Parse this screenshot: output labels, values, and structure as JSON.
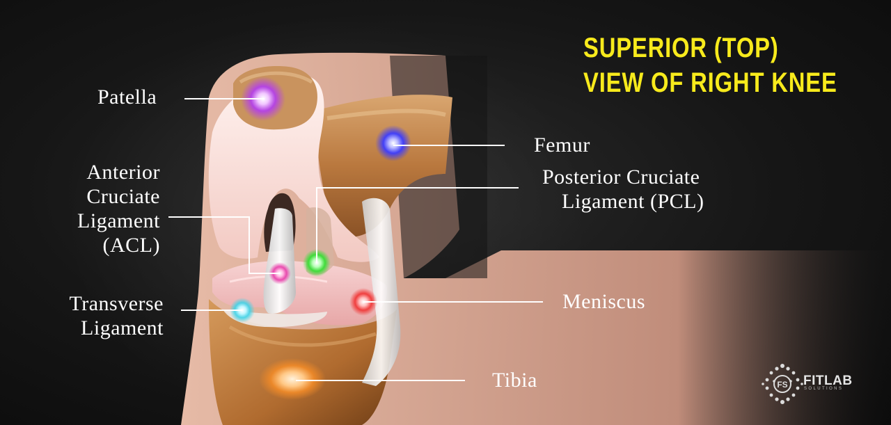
{
  "title": {
    "line1": "SUPERIOR (TOP)",
    "line2": "VIEW OF RIGHT KNEE"
  },
  "labels": {
    "patella": "Patella",
    "femur": "Femur",
    "acl": [
      "Anterior",
      "Cruciate",
      "Ligament",
      "(ACL)"
    ],
    "pcl": [
      "Posterior Cruciate",
      "Ligament (PCL)"
    ],
    "transverse": [
      "Transverse",
      "Ligament"
    ],
    "meniscus": "Meniscus",
    "tibia": "Tibia"
  },
  "logo": {
    "mark": "FS",
    "name": "FITLAB",
    "tagline": "SOLUTIONS"
  },
  "colors": {
    "title": "#f7ea1c",
    "patella_marker": "#b23cf0",
    "femur_marker": "#3b3cff",
    "acl_marker": "#e83aa8",
    "pcl_marker": "#2fe02f",
    "transverse_marker": "#3ed3e8",
    "meniscus_marker": "#f03232",
    "tibia_marker": "#f08a28"
  }
}
